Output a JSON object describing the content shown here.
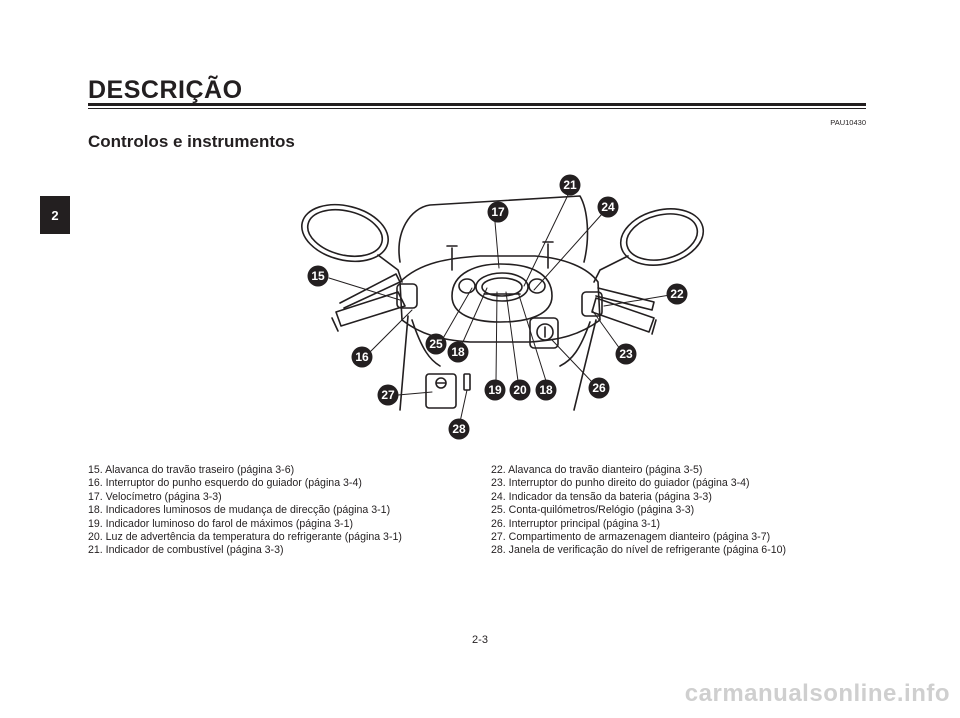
{
  "header": {
    "section_title": "DESCRIÇÃO",
    "doc_code": "PAU10430"
  },
  "subtitle": "Controlos e instrumentos",
  "chapter_tab": "2",
  "callouts": {
    "c15": "15",
    "c16": "16",
    "c17": "17",
    "c18a": "18",
    "c18b": "18",
    "c19": "19",
    "c20": "20",
    "c21": "21",
    "c22": "22",
    "c23": "23",
    "c24": "24",
    "c25": "25",
    "c26": "26",
    "c27": "27",
    "c28": "28"
  },
  "legend_left": [
    "15. Alavanca do travão traseiro (página 3-6)",
    "16. Interruptor do punho esquerdo do guiador (página 3-4)",
    "17. Velocímetro (página 3-3)",
    "18. Indicadores luminosos de mudança de direcção (página 3-1)",
    "19. Indicador luminoso do farol de máximos (página 3-1)",
    "20. Luz de advertência da temperatura do refrigerante (página 3-1)",
    "21. Indicador de combustível (página 3-3)"
  ],
  "legend_right": [
    "22. Alavanca do travão dianteiro (página 3-5)",
    "23. Interruptor do punho direito do guiador (página 3-4)",
    "24. Indicador da tensão da bateria (página 3-3)",
    "25. Conta-quilómetros/Relógio (página 3-3)",
    "26. Interruptor principal (página 3-1)",
    "27. Compartimento de armazenagem dianteiro (página 3-7)",
    "28. Janela de verificação do nível de refrigerante (página 6-10)"
  ],
  "page_number": "2-3",
  "watermark": "carmanualsonline.info"
}
